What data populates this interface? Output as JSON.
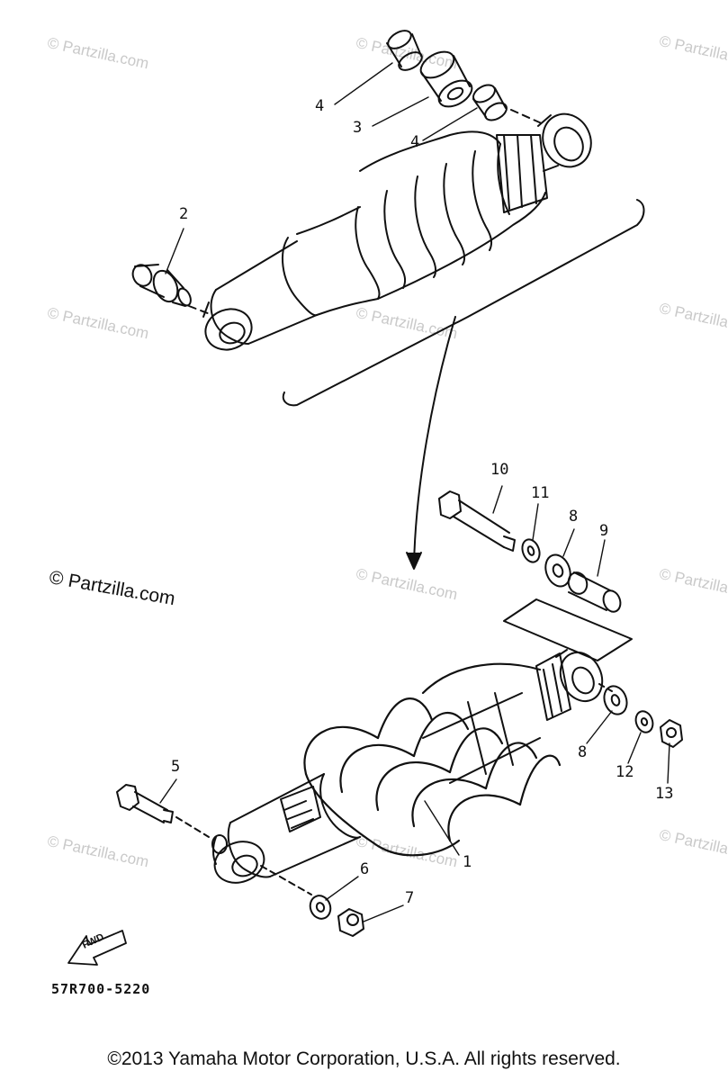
{
  "watermark_text": "© Partzilla.com",
  "brand_watermark": "© Partzilla.com",
  "diagram_code": "57R700-5220",
  "fwd_label": "FWD",
  "copyright": "©2013 Yamaha Motor Corporation, U.S.A. All rights reserved.",
  "callouts": {
    "c1": "1",
    "c2": "2",
    "c3": "3",
    "c4a": "4",
    "c4b": "4",
    "c5": "5",
    "c6": "6",
    "c7": "7",
    "c8a": "8",
    "c8b": "8",
    "c9": "9",
    "c10": "10",
    "c11": "11",
    "c12": "12",
    "c13": "13"
  }
}
